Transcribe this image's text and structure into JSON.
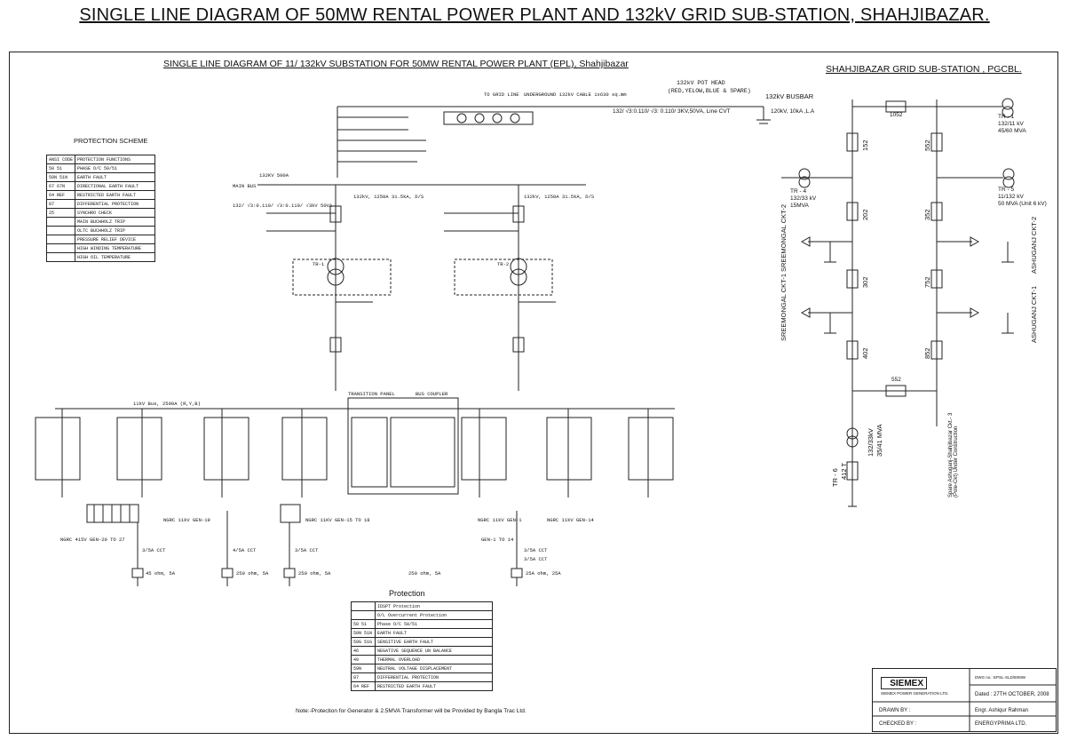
{
  "main_title": "SINGLE LINE DIAGRAM OF 50MW RENTAL POWER PLANT AND 132kV GRID SUB-STATION, SHAHJIBAZAR.",
  "left_title": "SINGLE LINE DIAGRAM OF 11/ 132kV SUBSTATION FOR 50MW RENTAL POWER PLANT (EPL), Shahjibazar",
  "right_title": "SHAHJIBAZAR GRID SUB-STATION , PGCBL.",
  "protection_scheme": {
    "title": "PROTECTION SCHEME",
    "rows": [
      [
        "ANSI CODE",
        "PROTECTION FUNCTIONS"
      ],
      [
        "50 51",
        "PHASE O/C 50/51"
      ],
      [
        "50N 51N",
        "EARTH FAULT"
      ],
      [
        "67 67N",
        "DIRECTIONAL EARTH FAULT"
      ],
      [
        "64 REF",
        "RESTRICTED EARTH FAULT"
      ],
      [
        "87",
        "DIFFERENTIAL PROTECTION"
      ],
      [
        "25",
        "SYNCHRO CHECK"
      ],
      [
        "",
        "MAIN BUCHHOLZ TRIP"
      ],
      [
        "",
        "OLTC BUCHHOLZ TRIP"
      ],
      [
        "",
        "PRESSURE RELIEF DEVICE"
      ],
      [
        "",
        "HIGH WINDING TEMPERATURE"
      ],
      [
        "",
        "HIGH OIL TEMPERATURE"
      ]
    ]
  },
  "protection": {
    "title": "Protection",
    "rows": [
      [
        "",
        "IDSPT Protection"
      ],
      [
        "",
        "O/L Overcurrent Protection"
      ],
      [
        "50 51",
        "Phase O/C 50/51"
      ],
      [
        "50N 51N",
        "EARTH FAULT"
      ],
      [
        "50G 51G",
        "SENSITIVE EARTH FAULT"
      ],
      [
        "46",
        "NEGATIVE SEQUENCE UN BALANCE"
      ],
      [
        "49",
        "THERMAL OVERLOAD"
      ],
      [
        "59N",
        "NEUTRAL VOLTAGE DISPLACEMENT"
      ],
      [
        "87",
        "DIFFERENTIAL PROTECTION"
      ],
      [
        "64 REF",
        "RESTRICTED EARTH FAULT"
      ]
    ]
  },
  "note": "Note:-Protection for Generator & 2.5MVA Transformer will be Provided by Bangla Trac Ltd.",
  "labels": {
    "pot_head": "132kV POT HEAD",
    "pot_head_colors": "(RED,YELOW,BLUE & SPARE)",
    "bus_bar": "132kV BUSBAR",
    "pt_rating": "132/ √3:0.110/ √3: 0.110/ 3KV,50VA, Line CVT",
    "la_rating": "120kV, 10kA ,L.A",
    "cable": "UNDERGROUND 132kV CABLE 1x630 sq.mm",
    "to_grid": "TO GRID LINE",
    "main_bus": "MAIN BUS",
    "bus_rating": "132KV 500A",
    "bus_pt": "132/ √3:0.110/ √3:0.110/ √3kV 50VA",
    "breaker_a": "132kV, 1250A 31.5kA, D/S",
    "breaker_b": "132kV, 1250A 31.5kA, D/S",
    "tr_a": "TR-1",
    "tr_b": "TR-2",
    "lv_bus": "11kV Bus, 2500A (R,Y,B)",
    "transition_panel": "TRANSITION PANEL",
    "bus_coupler": "BUS COUPLER",
    "gen_1": "NGRC 415V GEN-20 TO 27",
    "gen_2": "NGRC 11kV GEN-19",
    "gen_3": "NGRC 11KV GEN-15 TO 18",
    "gen_4": "NGRC 11kV GEN-1",
    "gen_5": "NGRC 11kV GEN-14",
    "gen_6": "GEN-1 TO 14",
    "aux_1": "3/5A CCT",
    "aux_2": "4/5A CCT",
    "aux_3": "3/5A CCT",
    "aux_4": "3/5A CCT",
    "aux_5": "3/5A CCT",
    "load_1": "45 ohm, 5A",
    "load_2": "250 ohm, 5A",
    "load_3": "250 ohm, 5A",
    "load_4": "250 ohm, 5A",
    "load_5": "25A ohm, 25A"
  },
  "grid": {
    "tr1": "TR - 1",
    "tr1_spec_a": "132/11 kV",
    "tr1_spec_b": "45/60 MVA",
    "tr4": "TR - 4",
    "tr4_spec_a": "132/33 kV",
    "tr4_spec_b": "15MVA",
    "tr5": "TR - 5",
    "tr5_spec_a": "11/132 kV",
    "tr5_spec_b": "50 MVA (Unit 6 kV)",
    "tr6": "TR - 6",
    "tr6_spec_a": "132/33kV",
    "tr6_spec_b": "35/41 MVA",
    "cb_102": "1052",
    "cb_152": "152",
    "cb_552": "552",
    "cb_202": "202",
    "cb_352a": "352",
    "cb_302": "302",
    "cb_752": "752",
    "cb_402": "402",
    "cb_852": "852",
    "cb_652": "552",
    "cb_412": "412 T",
    "sreemongal_2": "SREEMONGAL CKT-2",
    "sreemongal_1": "SREEMONGAL CKT-1",
    "ashuganj_2": "ASHUGANJ CKT-2",
    "ashuganj_1": "ASHUGANJ CKT-1",
    "spare": "Spare Ashuganj-Shahjibazar Ckt.- 3 (Pole-Ckt) Under Construction"
  },
  "title_block": {
    "logo": "SIEMEX",
    "company": "SIEMEX POWER GENERATION LTD.",
    "drawn_label": "DRAWN BY :",
    "checked_label": "CHECKED BY :",
    "dwg_no": "DWG no.: EPSL-SLD/50MW",
    "date": "Dated : 27TH OCTOBER, 2008",
    "engr": "Engr. Ashiqur Rahman",
    "firm": "ENERGYPRIMA LTD."
  }
}
